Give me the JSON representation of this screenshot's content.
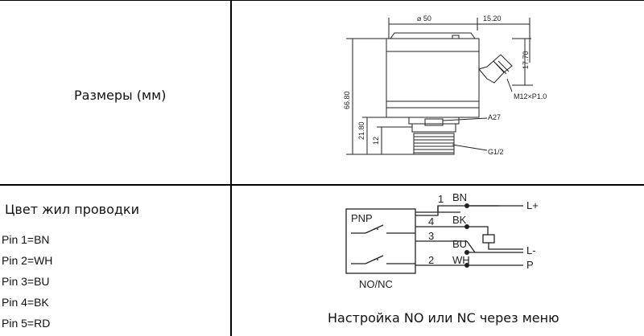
{
  "dimensions": {
    "label": "Размеры (мм)",
    "d50": "⌀ 50",
    "d1520": "15.20",
    "d1770": "17.70",
    "d6680": "66.80",
    "d2180": "21.80",
    "d12": "12",
    "a27": "A27",
    "m12": "M12×P1.0",
    "g12": "G1/2"
  },
  "wiring": {
    "title": "Цвет жил проводки",
    "pins": [
      "Pin 1=BN",
      "Pin 2=WH",
      "Pin 3=BU",
      "Pin 4=BK",
      "Pin 5=RD"
    ],
    "pnp": "PNP",
    "nonc": "NO/NC",
    "num1": "1",
    "num4": "4",
    "num3": "3",
    "num2": "2",
    "bn": "BN",
    "bk": "BK",
    "bu": "BU",
    "wh": "WH",
    "lplus": "L+",
    "lminus": "L-",
    "p": "P",
    "caption": "Настройка NO или NC через меню"
  }
}
